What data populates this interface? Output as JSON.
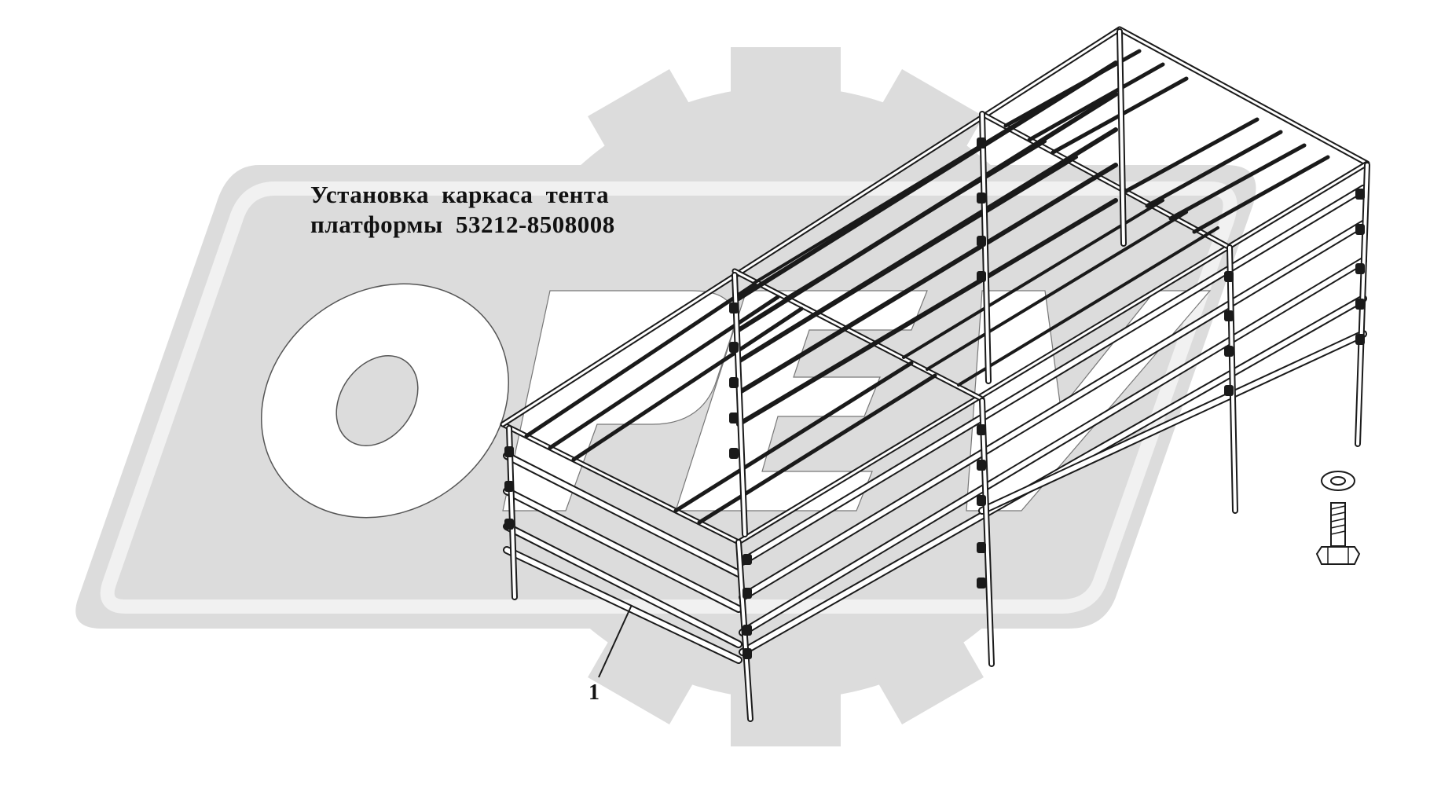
{
  "title": {
    "line1": "Установка каркаса тента",
    "line2": "платформы 53212-8508008"
  },
  "callouts": [
    {
      "label": "1"
    }
  ],
  "colors": {
    "watermark": "#dcdcdc",
    "drawing": "#1a1a1a",
    "background": "#ffffff"
  }
}
